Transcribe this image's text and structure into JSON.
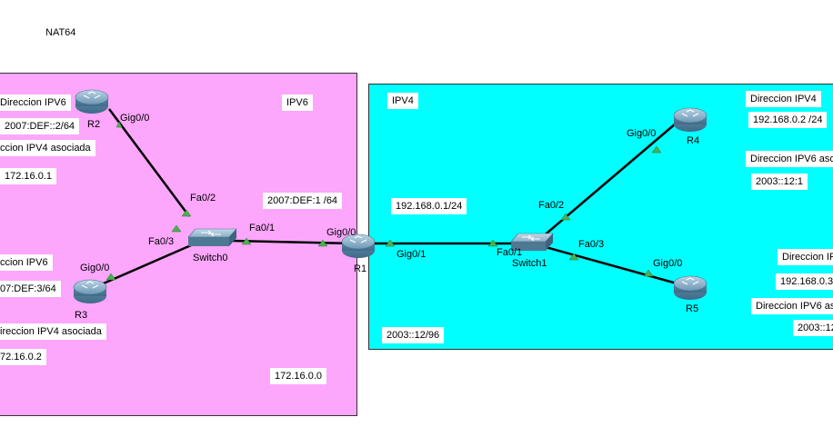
{
  "title": "NAT64",
  "zones": {
    "ipv6": {
      "label": "IPV6",
      "network": "172.16.0.0",
      "prefix": "2007:DEF:1 /64"
    },
    "ipv4": {
      "label": "IPV4",
      "network": "192.168.0.1/24",
      "prefix": "2003::12/96"
    }
  },
  "devices": {
    "r1": "R1",
    "r2": "R2",
    "r3": "R3",
    "r4": "R4",
    "r5": "R5",
    "switch0": "Switch0",
    "switch1": "Switch1"
  },
  "ports": {
    "r2_gig00": "Gig0/0",
    "r3_gig00": "Gig0/0",
    "sw0_fa02": "Fa0/2",
    "sw0_fa03": "Fa0/3",
    "sw0_fa01": "Fa0/1",
    "r1_gig00": "Gig0/0",
    "r1_gig01": "Gig0/1",
    "sw1_fa01": "Fa0/1",
    "sw1_fa02": "Fa0/2",
    "sw1_fa03": "Fa0/3",
    "r4_gig00": "Gig0/0",
    "r5_gig00": "Gig0/0"
  },
  "notes": {
    "r2_ipv6_title": "Direccion IPV6",
    "r2_ipv6": "2007:DEF::2/64",
    "r2_ipv4_title": "ccion IPV4 asociada",
    "r2_ipv4": "172.16.0.1",
    "r3_ipv6_title": "ccion IPV6",
    "r3_ipv6": "07:DEF:3/64",
    "r3_ipv4_title": "ireccion IPV4 asociada",
    "r3_ipv4": "72.16.0.2",
    "r4_ipv4_title": "Direccion IPV4",
    "r4_ipv4": "192.168.0.2 /24",
    "r4_ipv6_title": "Direccion IPV6 aso",
    "r4_ipv6": "2003::12:1",
    "r5_ipv4_title": "Direccion IP",
    "r5_ipv4": "192.168.0.3",
    "r5_ipv6_title": "Direccion IPV6 as",
    "r5_ipv6": "2003::12"
  },
  "colors": {
    "ipv6_zone": "#fca6fc",
    "ipv4_zone": "#00ffff",
    "link": "#000000",
    "port_up": "#4caf50",
    "device": "#5f8aa6"
  }
}
